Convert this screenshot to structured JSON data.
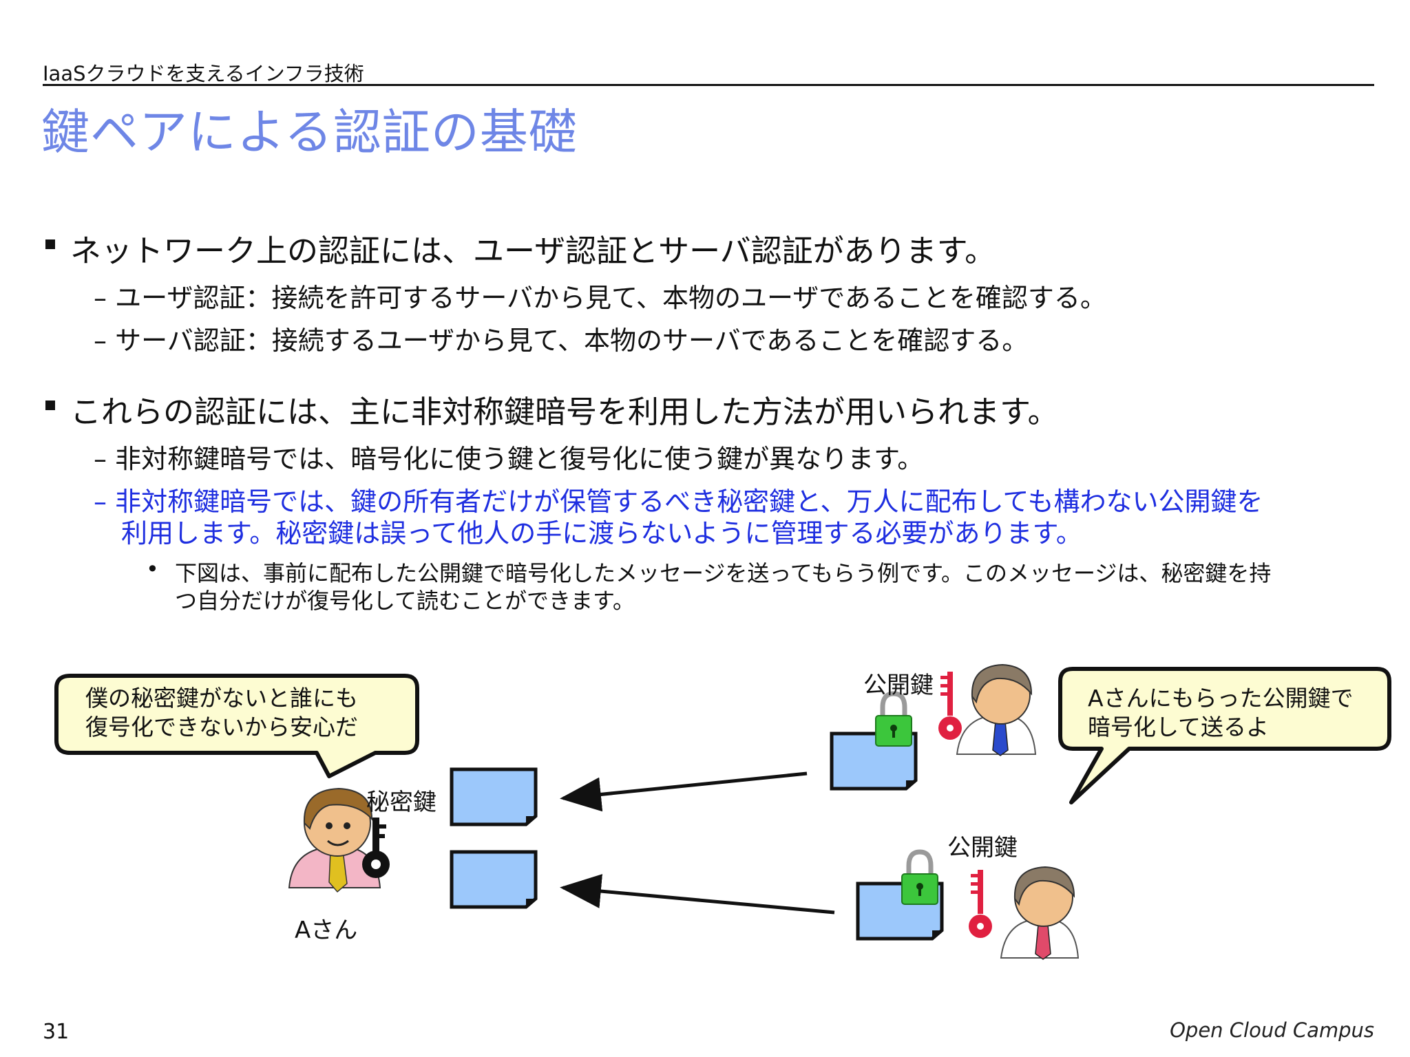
{
  "header": {
    "subtitle": "IaaSクラウドを支えるインフラ技術"
  },
  "title": "鍵ペアによる認証の基礎",
  "body": {
    "bullet1": {
      "text": "ネットワーク上の認証には、ユーザ認証とサーバ認証があります。",
      "sub1": "– ユーザ認証：接続を許可するサーバから見て、本物のユーザであることを確認する。",
      "sub2": "– サーバ認証：接続するユーザから見て、本物のサーバであることを確認する。"
    },
    "bullet2": {
      "text": "これらの認証には、主に非対称鍵暗号を利用した方法が用いられます。",
      "sub1": "– 非対称鍵暗号では、暗号化に使う鍵と復号化に使う鍵が異なります。",
      "sub2_line1": "– 非対称鍵暗号では、鍵の所有者だけが保管するべき秘密鍵と、万人に配布しても構わない公開鍵を",
      "sub2_line2": "利用します。秘密鍵は誤って他人の手に渡らないように管理する必要があります。",
      "sub3_bullet": "•",
      "sub3_line1": "下図は、事前に配布した公開鍵で暗号化したメッセージを送ってもらう例です。このメッセージは、秘密鍵を持",
      "sub3_line2": "つ自分だけが復号化して読むことができます。"
    }
  },
  "diagram": {
    "bubble_left_line1": "僕の秘密鍵がないと誰にも",
    "bubble_left_line2": "復号化できないから安心だ",
    "bubble_right_line1": "Aさんにもらった公開鍵で",
    "bubble_right_line2": "暗号化して送るよ",
    "private_key_label": "秘密鍵",
    "public_key_label_1": "公開鍵",
    "public_key_label_2": "公開鍵",
    "person_a_label": "Aさん"
  },
  "footer": {
    "page_number": "31",
    "brand": "Open Cloud Campus"
  },
  "colors": {
    "title": "#6e86e6",
    "highlight_text": "#1e2ee0",
    "bubble_fill": "#fdfcd2",
    "document_fill": "#9cc8fb",
    "lock_green": "#3cc63c",
    "key_red": "#e02040"
  }
}
